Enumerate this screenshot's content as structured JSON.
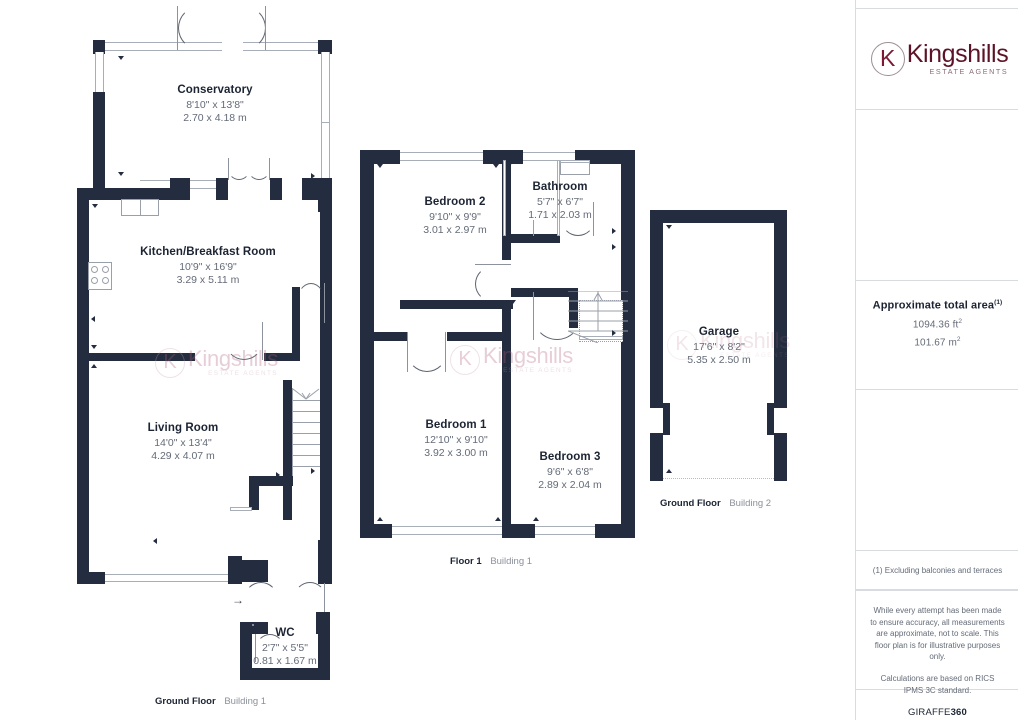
{
  "brand": {
    "logo_letter": "K",
    "name": "Kingshills",
    "tagline": "ESTATE AGENTS"
  },
  "sidebar": {
    "area_title": "Approximate total area",
    "area_title_sup": "(1)",
    "area_imperial": "1094.36 ft",
    "area_imperial_sup": "2",
    "area_metric": "101.67 m",
    "area_metric_sup": "2",
    "footnote": "(1) Excluding balconies and terraces",
    "disclaimer_1": "While every attempt has been made to ensure accuracy, all measurements are approximate, not to scale. This floor plan is for illustrative purposes only.",
    "disclaimer_2": "Calculations are based on RICS IPMS 3C standard.",
    "vendor_prefix": "GIRAFFE",
    "vendor_suffix": "360"
  },
  "watermark": {
    "letter": "K",
    "name": "Kingshills",
    "tagline": "ESTATE AGENTS"
  },
  "floors": [
    {
      "id": "ground-floor-building-1",
      "caption_floor": "Ground Floor",
      "caption_building": "Building 1",
      "rooms": [
        {
          "name": "Conservatory",
          "imperial": "8'10\" x 13'8\"",
          "metric": "2.70 x 4.18 m"
        },
        {
          "name": "Kitchen/Breakfast Room",
          "imperial": "10'9\" x 16'9\"",
          "metric": "3.29 x 5.11 m"
        },
        {
          "name": "Living Room",
          "imperial": "14'0\" x 13'4\"",
          "metric": "4.29 x 4.07 m"
        },
        {
          "name": "WC",
          "imperial": "2'7\" x 5'5\"",
          "metric": "0.81 x 1.67 m"
        }
      ]
    },
    {
      "id": "floor-1-building-1",
      "caption_floor": "Floor 1",
      "caption_building": "Building 1",
      "rooms": [
        {
          "name": "Bedroom 2",
          "imperial": "9'10\" x 9'9\"",
          "metric": "3.01 x 2.97 m"
        },
        {
          "name": "Bathroom",
          "imperial": "5'7\" x 6'7\"",
          "metric": "1.71 x 2.03 m"
        },
        {
          "name": "Bedroom 1",
          "imperial": "12'10\" x 9'10\"",
          "metric": "3.92 x 3.00 m"
        },
        {
          "name": "Bedroom 3",
          "imperial": "9'6\" x 6'8\"",
          "metric": "2.89 x 2.04 m"
        }
      ]
    },
    {
      "id": "ground-floor-building-2",
      "caption_floor": "Ground Floor",
      "caption_building": "Building 2",
      "rooms": [
        {
          "name": "Garage",
          "imperial": "17'6\" x 8'2\"",
          "metric": "5.35 x 2.50 m"
        }
      ]
    }
  ],
  "colors": {
    "wall": "#232d3f",
    "text_primary": "#1c2433",
    "text_secondary": "#646b78",
    "brand_maroon": "#5d1327",
    "divider": "#d8dbe0"
  }
}
